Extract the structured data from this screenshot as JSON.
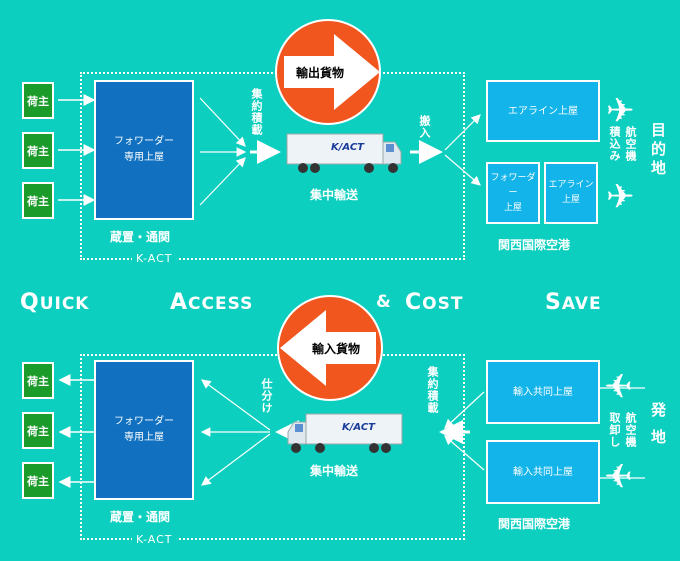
{
  "top": {
    "badge": "輸出貨物",
    "shippers": [
      "荷主",
      "荷主",
      "荷主"
    ],
    "forwarder_warehouse": "フォワーダー\n専用上屋",
    "storage_label": "蔵置・通関",
    "kact_label": "K-ACT",
    "consolidation": "集約積載",
    "carry_in": "搬入",
    "transport_label": "集中輸送",
    "airline_warehouse": "エアライン上屋",
    "forwarder_small": "フォワーダー\n上屋",
    "airline_small": "エアライン\n上屋",
    "airport_label": "関西国際空港",
    "loading_aircraft": "航空機\n積込み",
    "destination": "目的地",
    "truck_logo": "K/ACT"
  },
  "slogan": {
    "quick_cap": "Q",
    "quick_rest": "UICK",
    "access_cap": "A",
    "access_rest": "CCESS",
    "amp": "&",
    "cost_cap": "C",
    "cost_rest": "OST",
    "save_cap": "S",
    "save_rest": "AVE"
  },
  "bottom": {
    "badge": "輸入貨物",
    "shippers": [
      "荷主",
      "荷主",
      "荷主"
    ],
    "forwarder_warehouse": "フォワーダー\n専用上屋",
    "storage_label": "蔵置・通関",
    "kact_label": "K-ACT",
    "sorting": "仕分け",
    "consolidation": "集約積載",
    "transport_label": "集中輸送",
    "import_warehouses": [
      "輸入共同上屋",
      "輸入共同上屋"
    ],
    "airport_label": "関西国際空港",
    "unloading_aircraft": "航空機\n取卸し",
    "departure": "発地",
    "truck_logo": "K/ACT"
  },
  "colors": {
    "background": "#0ccfbf",
    "shipper_green": "#1a9b2a",
    "warehouse_blue": "#1170c0",
    "airport_cyan": "#12b4ea",
    "badge_orange": "#f0561e"
  }
}
